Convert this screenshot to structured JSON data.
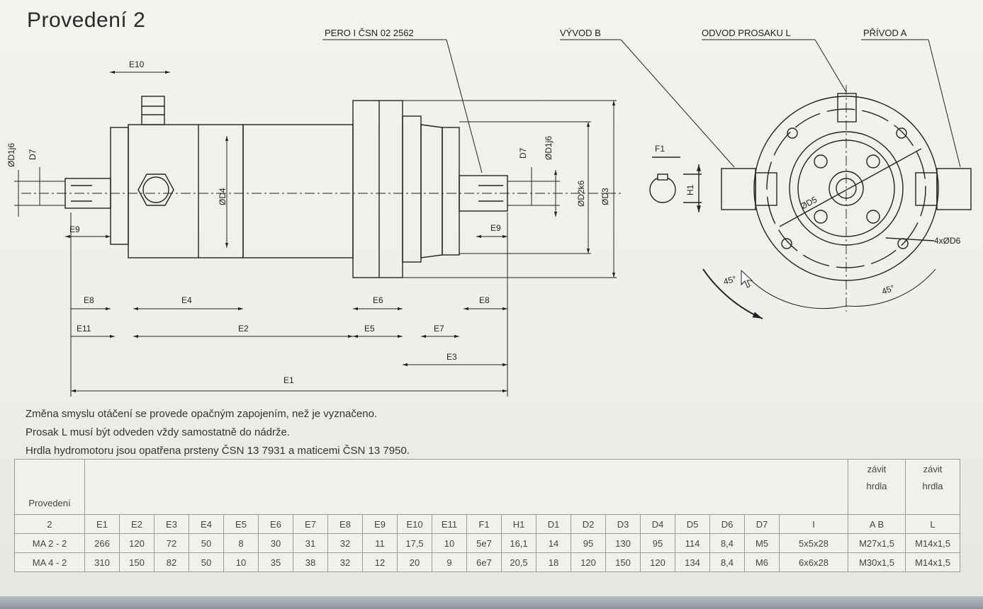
{
  "title": "Provedení 2",
  "callouts": {
    "pero": "PERO  I  ČSN 02 2562",
    "vyvod": "VÝVOD B",
    "odvod": "ODVOD PROSAKU L",
    "privod": "PŘÍVOD A"
  },
  "dims": {
    "E1": "E1",
    "E2": "E2",
    "E3": "E3",
    "E4": "E4",
    "E5": "E5",
    "E6": "E6",
    "E7": "E7",
    "E8": "E8",
    "E9": "E9",
    "E10": "E10",
    "E11": "E11",
    "D1j6": "ØD1j6",
    "D2k6": "ØD2k6",
    "D3": "ØD3",
    "D4": "ØD4",
    "D5": "ØD5",
    "D6": "4xØD6",
    "D7": "D7",
    "F1": "F1",
    "H1": "H1",
    "angle": "45°"
  },
  "notes": [
    "Změna smyslu otáčení se provede opačným zapojením, než je vyznačeno.",
    "Prosak L musí být odveden vždy samostatně do nádrže.",
    "Hrdla hydromotoru jsou opatřena prsteny ČSN 13 7931 a maticemi ČSN 13 7950."
  ],
  "table": {
    "provedeni_label": "Provedení",
    "thread_ab": [
      "závit",
      "hrdla",
      "A  B"
    ],
    "thread_l": [
      "závit",
      "hrdla",
      "L"
    ],
    "columns": [
      "2",
      "E1",
      "E2",
      "E3",
      "E4",
      "E5",
      "E6",
      "E7",
      "E8",
      "E9",
      "E10",
      "E11",
      "F1",
      "H1",
      "D1",
      "D2",
      "D3",
      "D4",
      "D5",
      "D6",
      "D7",
      "I"
    ],
    "rows": [
      [
        "MA 2 - 2",
        "266",
        "120",
        "72",
        "50",
        "8",
        "30",
        "31",
        "32",
        "11",
        "17,5",
        "10",
        "5e7",
        "16,1",
        "14",
        "95",
        "130",
        "95",
        "114",
        "8,4",
        "M5",
        "5x5x28",
        "M27x1,5",
        "M14x1,5"
      ],
      [
        "MA 4 - 2",
        "310",
        "150",
        "82",
        "50",
        "10",
        "35",
        "38",
        "32",
        "12",
        "20",
        "9",
        "6e7",
        "20,5",
        "18",
        "120",
        "150",
        "120",
        "134",
        "8,4",
        "M6",
        "6x6x28",
        "M30x1,5",
        "M14x1,5"
      ]
    ]
  }
}
